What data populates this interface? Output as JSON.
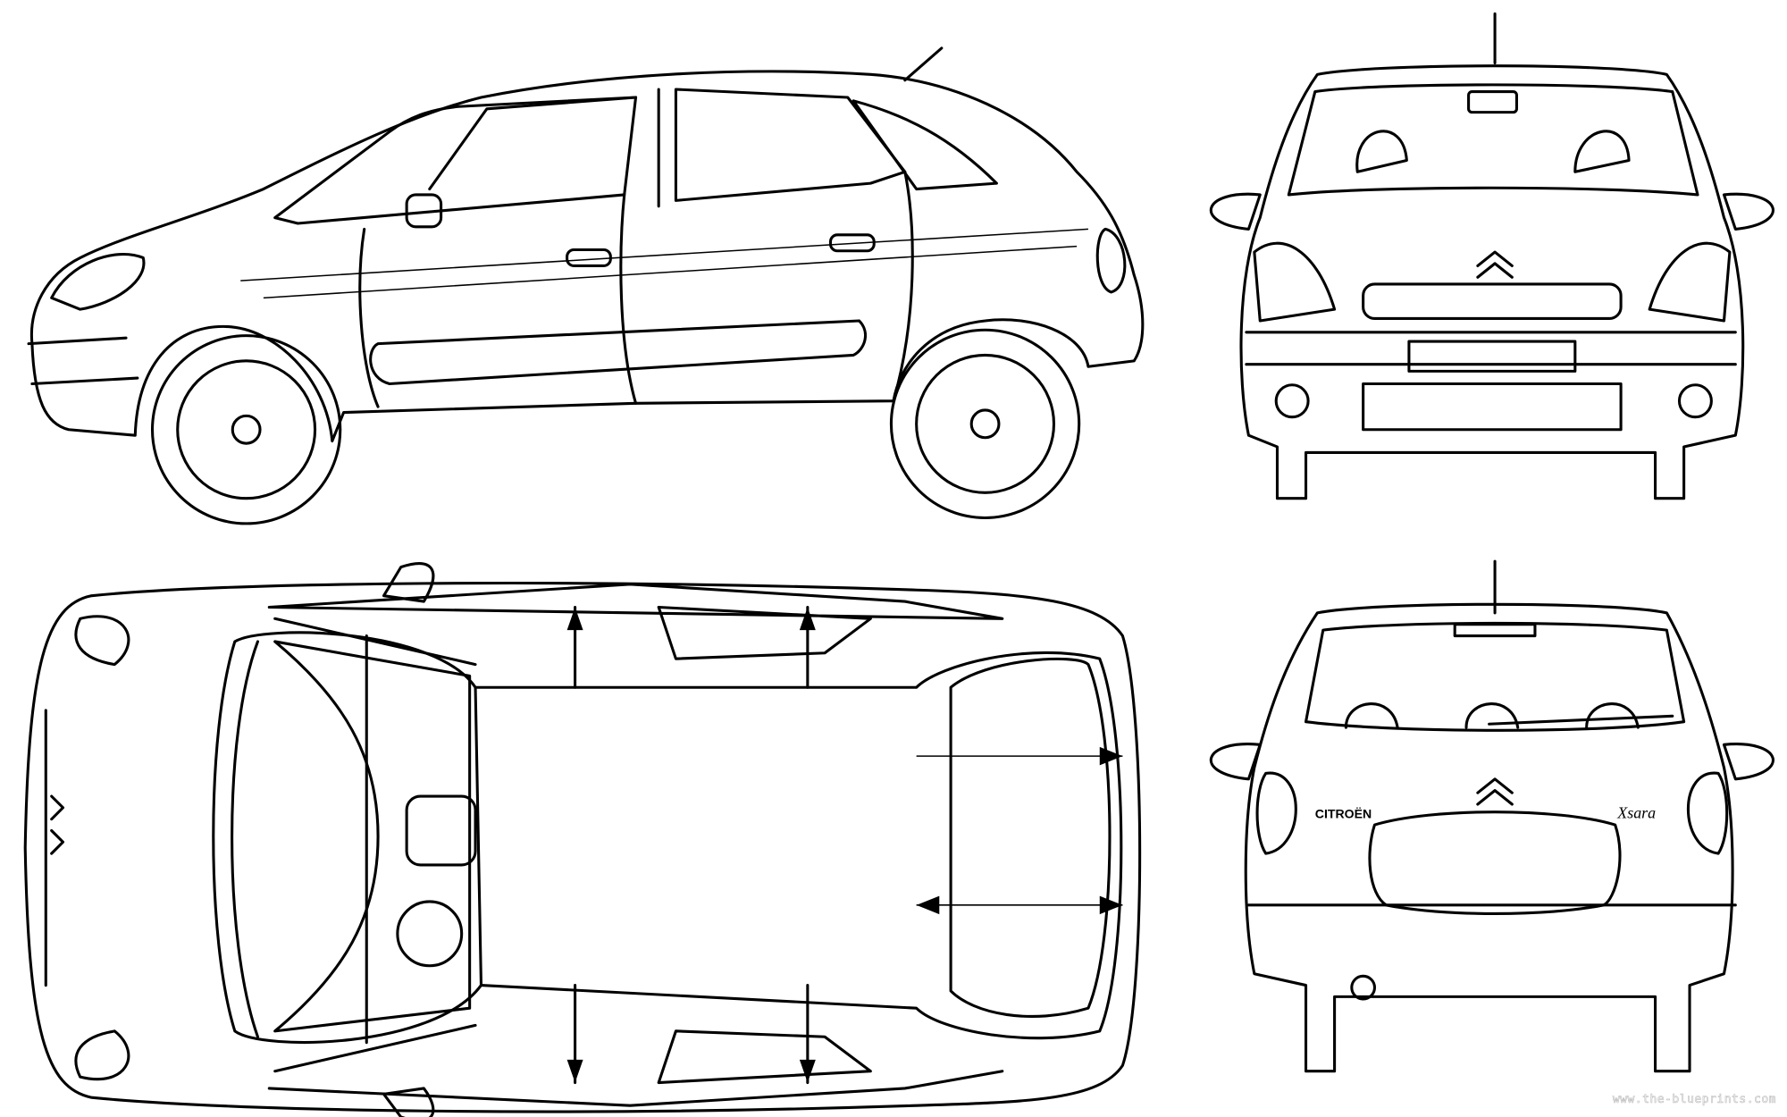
{
  "rear_badges": {
    "brand": "CITROËN",
    "model": "Xsara"
  },
  "watermark": "www.the-blueprints.com",
  "colors": {
    "line": "#000000",
    "background": "#ffffff"
  }
}
